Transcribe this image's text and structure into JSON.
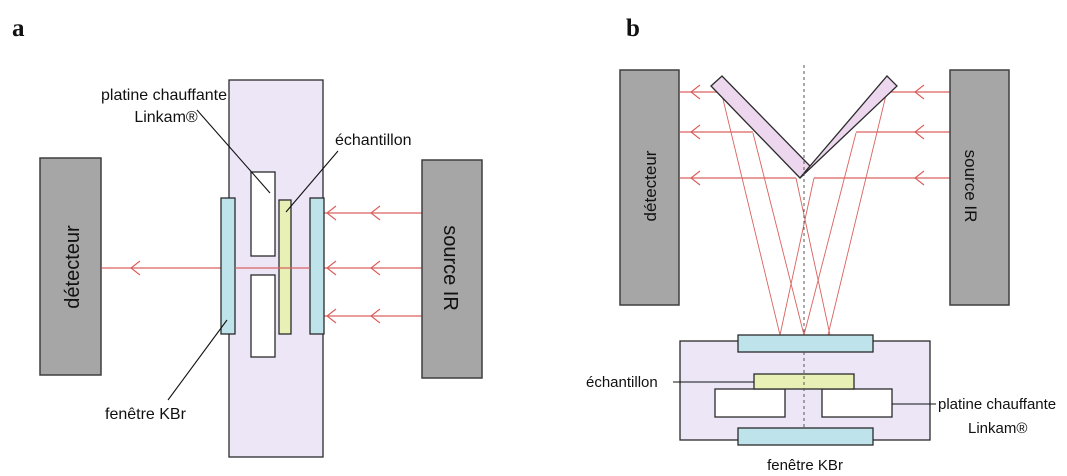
{
  "panel_a": {
    "letter": "a",
    "detector_label": "détecteur",
    "source_label": "source IR",
    "stage_label_line1": "platine chauffante",
    "stage_label_line2": "Linkam®",
    "sample_label": "échantillon",
    "window_label": "fenêtre KBr"
  },
  "panel_b": {
    "letter": "b",
    "detector_label": "détecteur",
    "source_label": "source IR",
    "sample_label": "échantillon",
    "stage_label_line1": "platine chauffante",
    "stage_label_line2": "Linkam®",
    "window_label": "fenêtre KBr"
  },
  "colors": {
    "beam": "#d9625f",
    "stage": "#ece6f7",
    "kbr_window": "#bfe3ea",
    "sample": "#e8f0b6",
    "mirror": "#ecd7ee",
    "box": "#a6a6a6"
  }
}
